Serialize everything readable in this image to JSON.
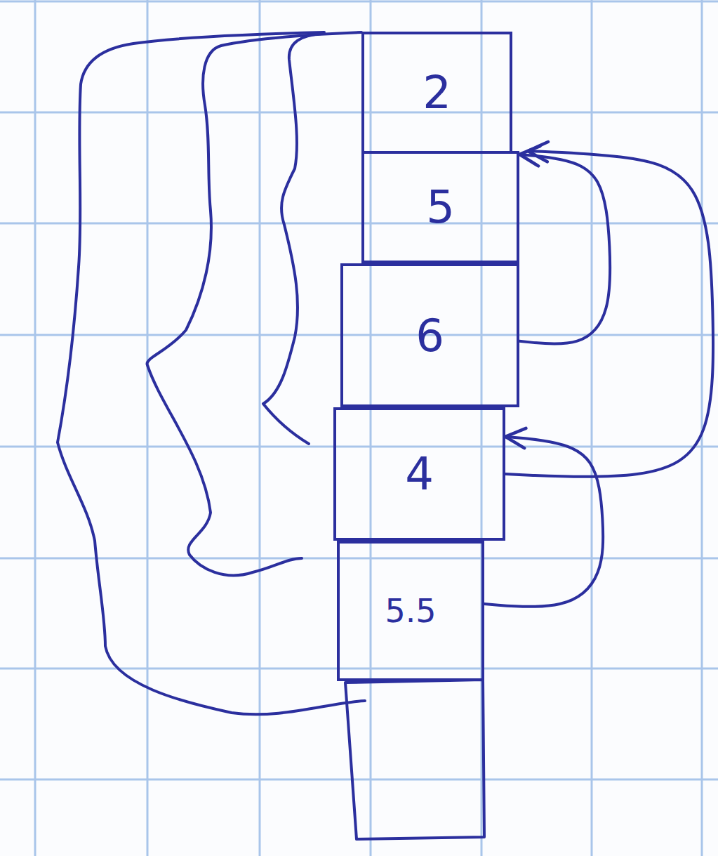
{
  "diagram": {
    "nodes": [
      {
        "text": [
          "2"
        ]
      },
      {
        "text": [
          "5"
        ]
      },
      {
        "text": [
          "6"
        ]
      },
      {
        "text": [
          "4"
        ]
      },
      {
        "text": [
          "5.5"
        ]
      }
    ],
    "edges": [
      {
        "from": 2,
        "to": 1,
        "arrow": "to"
      },
      {
        "from": 3,
        "to": 1,
        "arrow": "to"
      },
      {
        "from": 4,
        "to": 3,
        "arrow": "to"
      }
    ]
  }
}
